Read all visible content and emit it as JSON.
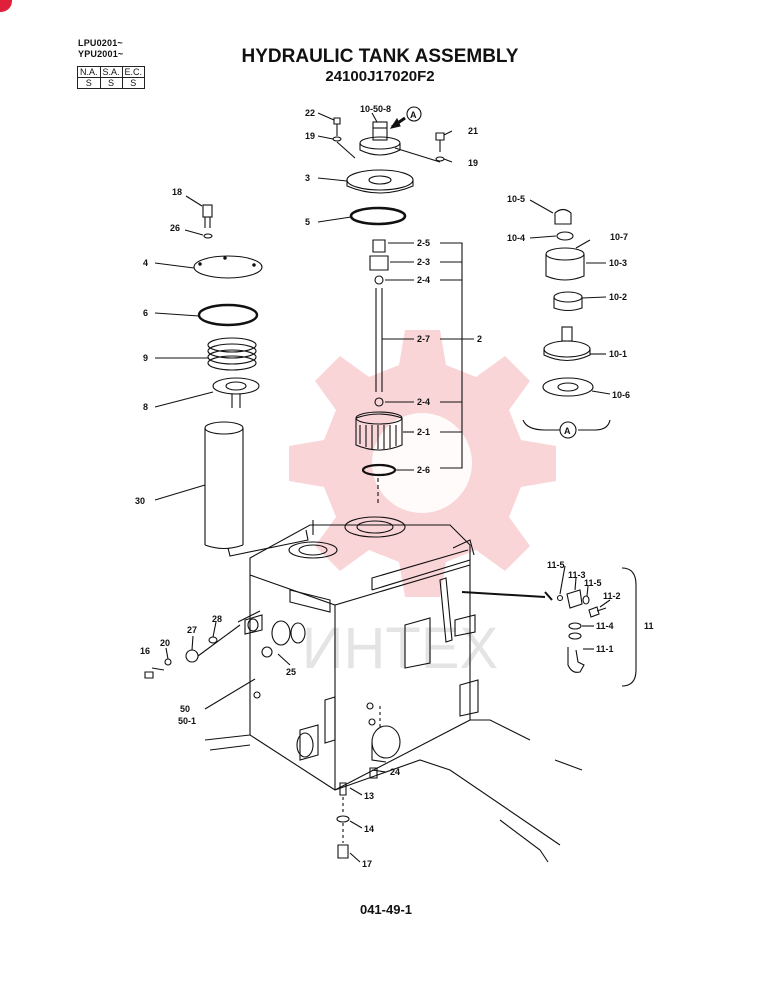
{
  "header": {
    "serials": [
      "LPU0201~",
      "YPU2001~"
    ],
    "title": "HYDRAULIC TANK ASSEMBLY",
    "part_number": "24100J17020F2",
    "code_table": {
      "headers": [
        "N.A.",
        "S.A.",
        "E.C."
      ],
      "values": [
        "S",
        "S",
        "S"
      ]
    }
  },
  "callouts": {
    "c22": "22",
    "c10_50_8": "10-50-8",
    "cA_top": "A",
    "c21": "21",
    "c19a": "19",
    "c19b": "19",
    "c3": "3",
    "c18": "18",
    "c5": "5",
    "c26": "26",
    "c2_5": "2-5",
    "c2_3": "2-3",
    "c2_4a": "2-4",
    "c4": "4",
    "c6": "6",
    "c2_7": "2-7",
    "c2": "2",
    "c9": "9",
    "c8": "8",
    "c2_4b": "2-4",
    "c2_1": "2-1",
    "c2_6": "2-6",
    "c30": "30",
    "c10_5": "10-5",
    "c10_4": "10-4",
    "c10_7": "10-7",
    "c10_3": "10-3",
    "c10_2": "10-2",
    "c10_1": "10-1",
    "c10_6": "10-6",
    "cA_detail": "A",
    "c11_5a": "11-5",
    "c11_3": "11-3",
    "c11_5b": "11-5",
    "c11_2": "11-2",
    "c11_4": "11-4",
    "c11_1": "11-1",
    "c11": "11",
    "c28": "28",
    "c27": "27",
    "c20": "20",
    "c16": "16",
    "c25": "25",
    "c50": "50",
    "c50_1": "50-1",
    "c24": "24",
    "c13": "13",
    "c14": "14",
    "c17": "17"
  },
  "watermark": "ИНТЕХ",
  "footer": {
    "page_code": "041-49-1"
  },
  "colors": {
    "line": "#111111",
    "watermark": "#f6b3b8",
    "badge": "#e0203a"
  }
}
